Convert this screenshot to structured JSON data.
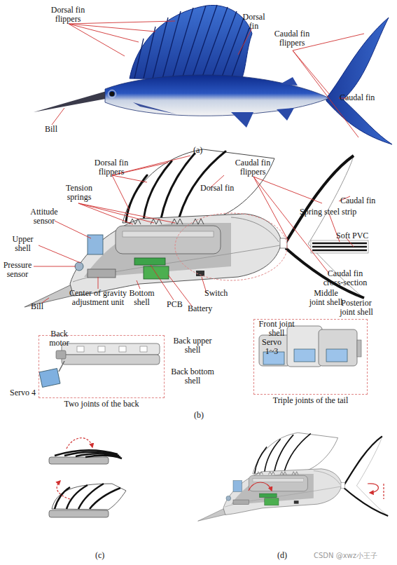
{
  "diagram": {
    "nodes": [
      {
        "text": [
          "Two joints of the back"
        ]
      },
      {
        "text": [
          "Triple joints of the tail"
        ]
      }
    ],
    "labels": [
      "Dorsal fin flippers",
      "Dorsal fin",
      "Caudal fin flippers",
      "Caudal fin",
      "Bill",
      "(a)",
      "Dorsal fin flippers",
      "Dorsal fin",
      "Caudal fin flippers",
      "Caudal fin",
      "Tension springs",
      "Attitude sensor",
      "Upper shell",
      "Pressure sensor",
      "Bill",
      "Center of gravity adjustment unit",
      "Bottom shell",
      "PCB",
      "Switch",
      "Battery",
      "Spring steel strip",
      "Soft PVC",
      "Caudal fin cross-section",
      "Middle joint shell",
      "Posterior joint shell",
      "Front joint shell",
      "Servo 1~3",
      "Back motor",
      "Back upper shell",
      "Servo 4",
      "Back bottom shell",
      "(b)",
      "(c)",
      "(d)",
      "CSDN @xwz小王子"
    ]
  }
}
